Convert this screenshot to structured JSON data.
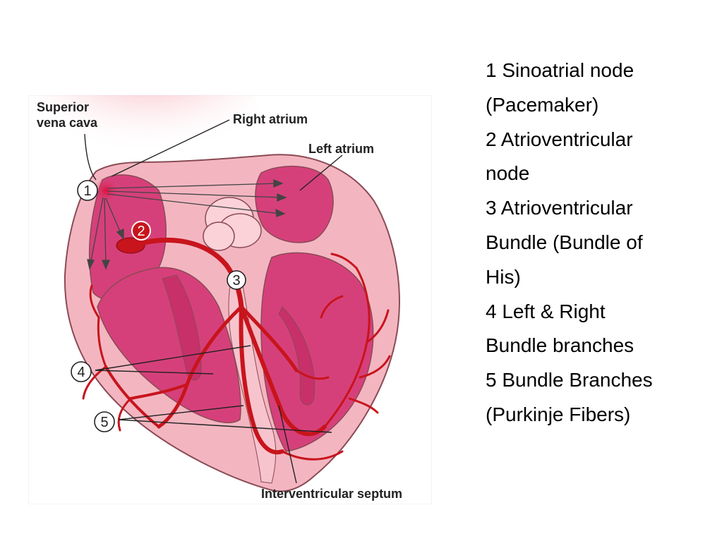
{
  "diagram": {
    "labels": {
      "svc_line1": "Superior",
      "svc_line2": "vena cava",
      "right_atrium": "Right atrium",
      "left_atrium": "Left atrium",
      "septum": "Interventricular septum"
    },
    "markers": [
      "1",
      "2",
      "3",
      "4",
      "5"
    ],
    "colors": {
      "chamber": "#d6407a",
      "wall": "#f3b6c1",
      "conduction": "#c8141c",
      "vessel_glow": "#f07a8c"
    }
  },
  "legend": {
    "lines": [
      "1 Sinoatrial node",
      "(Pacemaker)",
      "2 Atrioventricular",
      "node",
      "3 Atrioventricular",
      "Bundle (Bundle of",
      "His)",
      "4 Left & Right",
      "Bundle branches",
      "5 Bundle Branches",
      "(Purkinje Fibers)"
    ]
  }
}
